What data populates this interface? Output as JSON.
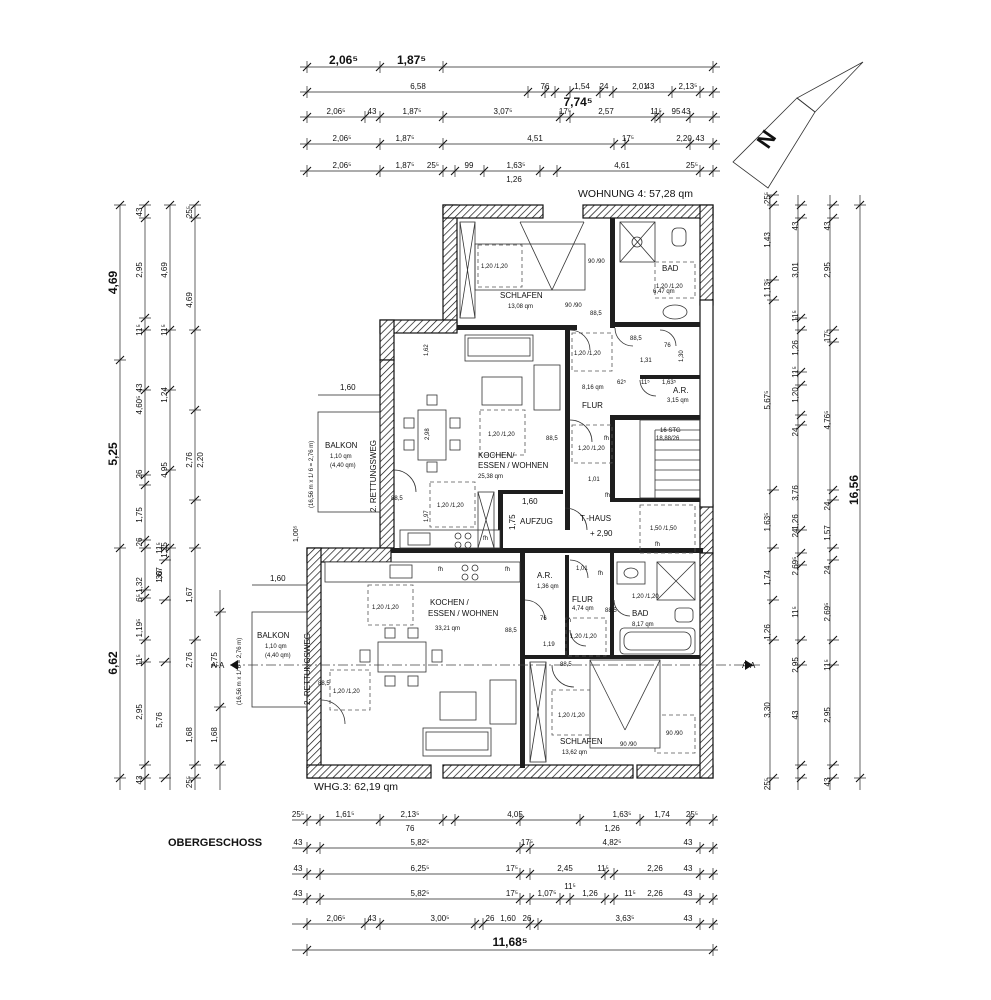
{
  "title": "OBERGESCHOSS",
  "north_letter": "N",
  "apartments": {
    "w4": "WOHNUNG 4: 57,28 qm",
    "w3": "WHG.3: 62,19 qm"
  },
  "section_marker": "A-A",
  "top_dims": {
    "row0": [
      "2,06⁵",
      "1,87⁵",
      "7,74⁵"
    ],
    "row1": [
      "6,58",
      "76",
      "2,01",
      "1,54",
      "24",
      "2,13⁵",
      "43"
    ],
    "row2": [
      "2,06⁵",
      "43",
      "1,87⁵",
      "3,07⁵",
      "17⁵",
      "2,57",
      "11⁵",
      "95",
      "43"
    ],
    "row3": [
      "2,06⁵",
      "1,87⁵",
      "4,51",
      "17⁵",
      "2,20",
      "43"
    ],
    "row4": [
      "2,06⁵",
      "1,87⁵",
      "25⁵",
      "99",
      "1,63⁵",
      "1,26",
      "4,61",
      "25⁵"
    ]
  },
  "bottom_dims": {
    "row1": [
      "25⁵",
      "1,61⁵",
      "2,13⁵",
      "76",
      "4,05",
      "1,63⁵",
      "1,26",
      "1,74",
      "25⁵"
    ],
    "row2": [
      "43",
      "5,82⁵",
      "17⁵",
      "4,82⁵",
      "43"
    ],
    "row3": [
      "43",
      "6,25⁵",
      "17⁵",
      "2,45",
      "11⁵",
      "2,26",
      "43"
    ],
    "row4": [
      "43",
      "5,82⁵",
      "17⁵",
      "1,07⁵",
      "11⁵",
      "1,26",
      "11⁵",
      "2,26",
      "43"
    ],
    "row5": [
      "2,06⁵",
      "43",
      "3,00⁵",
      "26",
      "1,60",
      "26",
      "3,63⁵",
      "43"
    ],
    "total": "11,68⁵"
  },
  "left_dims": {
    "col0": [
      "4,69",
      "5,25",
      "6,62"
    ],
    "col1": [
      "43",
      "2,95",
      "11⁵",
      "43",
      "4,60⁵",
      "26",
      "1,75",
      "26",
      "1,32",
      "6⁵",
      "1,19⁵",
      "11⁵",
      "2,95",
      "43"
    ],
    "col1b": [
      "11⁵",
      "1,67",
      "30",
      "5,76"
    ],
    "col2": [
      "4,69",
      "1,24",
      "4,95",
      "1,25",
      "11⁵"
    ],
    "col3": [
      "25⁵",
      "4,69",
      "2,76",
      "2,20",
      "1,67",
      "2,76",
      "1,68",
      "25⁵"
    ],
    "col4": [
      "2,75",
      "1,68"
    ]
  },
  "right_dims": {
    "col1": [
      "25⁵",
      "1,43",
      "1,13⁵",
      "5,67⁵",
      "1,63⁵",
      "1,74",
      "1,26",
      "3,30",
      "25⁵"
    ],
    "col2": [
      "43",
      "3,01",
      "11⁵",
      "1,26",
      "11⁵",
      "1,20",
      "24",
      "3,76",
      "1,26",
      "24",
      "2,69⁵",
      "11⁵",
      "2,95",
      "43"
    ],
    "col3": [
      "43",
      "2,95",
      "17⁵",
      "4,76⁵",
      "24",
      "1,57",
      "24",
      "2,69⁵",
      "11⁵",
      "2,95",
      "43"
    ],
    "total": "16,56"
  },
  "rooms": {
    "schlafen_top": "SCHLAFEN",
    "schlafen_top_area": "13,08 qm",
    "bad_top": "BAD",
    "bad_top_area": "6,47 qm",
    "kochen_top_1": "KOCHEN/",
    "kochen_top_2": "ESSEN / WOHNEN",
    "kochen_top_area": "25,38 qm",
    "flur_top": "FLUR",
    "flur_top_area": "8,16 qm",
    "ar_top": "A.R.",
    "ar_top_area": "3,15 qm",
    "stg": "16 STG",
    "stg_2": "18,88/26",
    "balkon_top": "BALKON",
    "balkon_top_area": "1,10 qm",
    "balkon_top_area2": "(4,40 qm)",
    "balkon_top_formula": "(16,56 m x 1/ 6 = 2,76 m)",
    "rettung_top": "2. RETTUNGSWEG",
    "aufzug": "AUFZUG",
    "thaus": "T.-HAUS",
    "thaus_level": "+ 2,90",
    "kochen_bot_1": "KOCHEN /",
    "kochen_bot_2": "ESSEN / WOHNEN",
    "kochen_bot_area": "33,21 qm",
    "ar_bot": "A.R.",
    "ar_bot_area": "1,36 qm",
    "flur_bot": "FLUR",
    "flur_bot_area": "4,74 qm",
    "bad_bot": "BAD",
    "bad_bot_area": "8,17 qm",
    "schlafen_bot": "SCHLAFEN",
    "schlafen_bot_area": "13,62 qm",
    "balkon_bot": "BALKON",
    "balkon_bot_area": "1,10 qm",
    "balkon_bot_area2": "(4,40 qm)",
    "balkon_bot_formula": "(16,56 m x 1/ 6 = 2,76 m)",
    "rettung_bot": "2. RETTUNGSWEG"
  },
  "annotations": {
    "win_120": "1,20 /1,20",
    "win_9090": "90 /90",
    "v_885": "88,5",
    "v_76": "76",
    "v_131": "1,31",
    "v_130": "1,30",
    "v_162": "1,62",
    "v_298": "2,98",
    "v_197": "1,97",
    "v_101": "1,01",
    "v_101b": "1,01",
    "v_160": "1,60",
    "v_175": "1,75",
    "v_150": "1,50 /1,50",
    "v_119": "1,19",
    "v_100": "1,00⁵",
    "v_2": "1,60",
    "v_62": "62⁵",
    "v_115": "11⁵",
    "v_163": "1,63⁵",
    "fh": "fh"
  },
  "colors": {
    "line": "#111111",
    "wall": "#1e1e1e",
    "background": "#ffffff"
  }
}
